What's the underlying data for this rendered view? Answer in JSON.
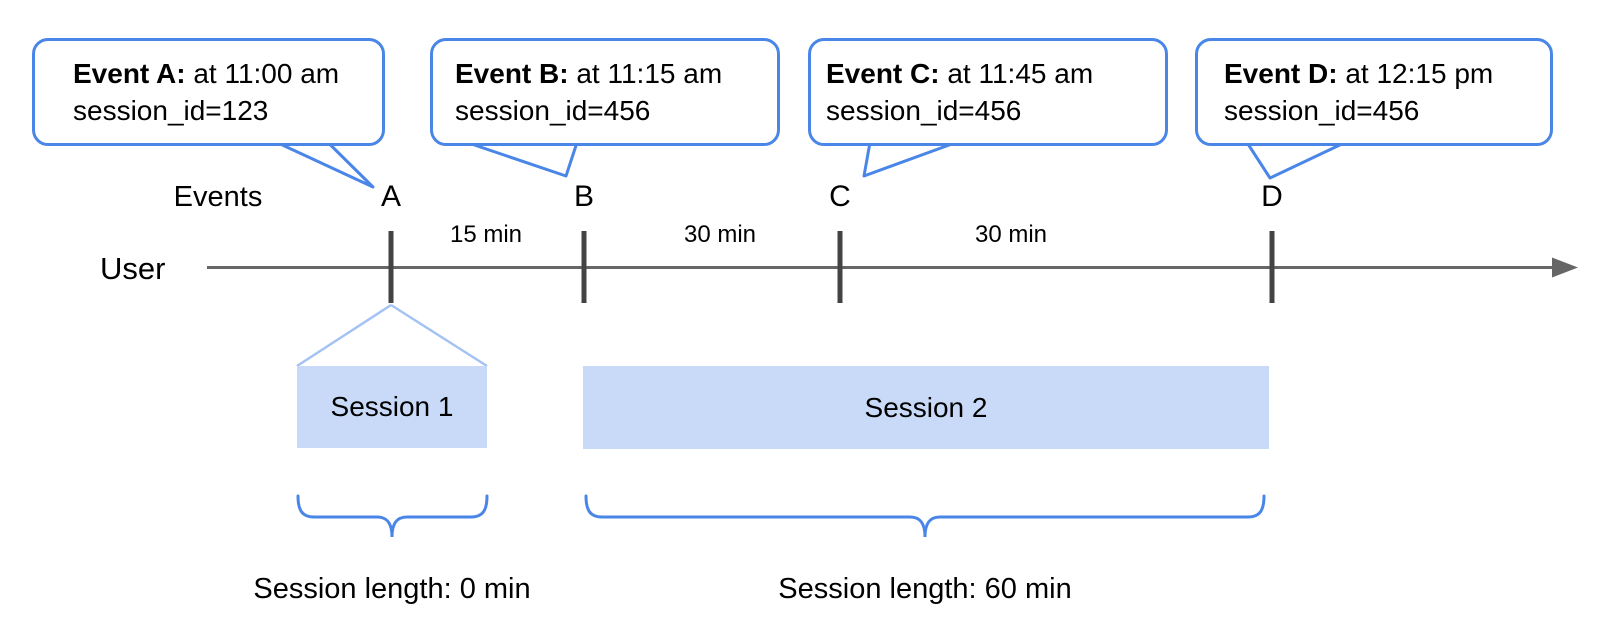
{
  "colors": {
    "accent_blue": "#4a86e8",
    "funnel_blue": "#a4c2f4",
    "session_fill": "#c9daf8",
    "timeline_gray": "#666666",
    "tick_gray": "#434343",
    "text_black": "#000000"
  },
  "labels": {
    "events": "Events",
    "user": "User"
  },
  "events": [
    {
      "marker": "A",
      "callout_bold": "Event A:",
      "callout_time": " at 11:00 am",
      "callout_session": "session_id=123",
      "gap_after": "15 min"
    },
    {
      "marker": "B",
      "callout_bold": "Event B:",
      "callout_time": " at 11:15 am",
      "callout_session": "session_id=456",
      "gap_after": "30 min"
    },
    {
      "marker": "C",
      "callout_bold": "Event C:",
      "callout_time": " at 11:45 am",
      "callout_session": "session_id=456",
      "gap_after": "30 min"
    },
    {
      "marker": "D",
      "callout_bold": "Event D:",
      "callout_time": " at 12:15 pm",
      "callout_session": "session_id=456",
      "gap_after": ""
    }
  ],
  "sessions": [
    {
      "name": "Session 1",
      "length_label": "Session length: 0 min"
    },
    {
      "name": "Session 2",
      "length_label": "Session length: 60 min"
    }
  ]
}
